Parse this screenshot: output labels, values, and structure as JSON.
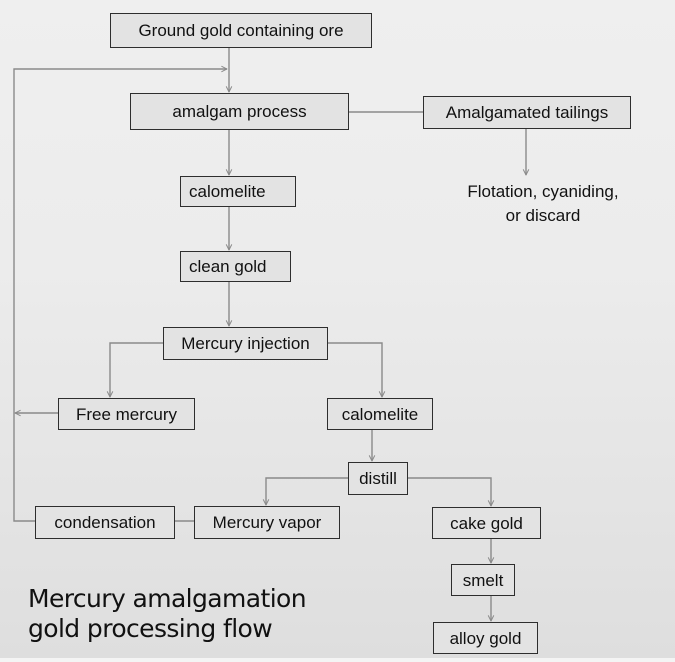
{
  "title": {
    "line1": "Mercury amalgamation",
    "line2": "gold processing flow"
  },
  "nodes": {
    "ore": "Ground gold containing ore",
    "amalgam": "amalgam process",
    "tailings": "Amalgamated tailings",
    "tailings_outcome_line1": "Flotation, cyaniding,",
    "tailings_outcome_line2": "or discard",
    "calomelite1": "calomelite",
    "clean_gold": "clean gold",
    "mercury_injection": "Mercury injection",
    "free_mercury": "Free mercury",
    "calomelite2": "calomelite",
    "distill": "distill",
    "condensation": "condensation",
    "mercury_vapor": "Mercury vapor",
    "cake_gold": "cake gold",
    "smelt": "smelt",
    "alloy_gold": "alloy gold"
  },
  "edges": [
    {
      "from": "ore",
      "to": "amalgam"
    },
    {
      "from": "amalgam",
      "to": "tailings"
    },
    {
      "from": "tailings",
      "to": "tailings_outcome"
    },
    {
      "from": "amalgam",
      "to": "calomelite1"
    },
    {
      "from": "calomelite1",
      "to": "clean_gold"
    },
    {
      "from": "clean_gold",
      "to": "mercury_injection"
    },
    {
      "from": "mercury_injection",
      "to": "free_mercury"
    },
    {
      "from": "mercury_injection",
      "to": "calomelite2"
    },
    {
      "from": "free_mercury",
      "to": "recycle_loop"
    },
    {
      "from": "calomelite2",
      "to": "distill"
    },
    {
      "from": "distill",
      "to": "mercury_vapor"
    },
    {
      "from": "distill",
      "to": "cake_gold"
    },
    {
      "from": "mercury_vapor",
      "to": "condensation"
    },
    {
      "from": "condensation",
      "to": "amalgam"
    },
    {
      "from": "cake_gold",
      "to": "smelt"
    },
    {
      "from": "smelt",
      "to": "alloy_gold"
    }
  ],
  "colors": {
    "node_fill": "#e3e3e3",
    "node_border": "#2e2e2e",
    "connector": "#8a8a8a",
    "text": "#111111"
  }
}
